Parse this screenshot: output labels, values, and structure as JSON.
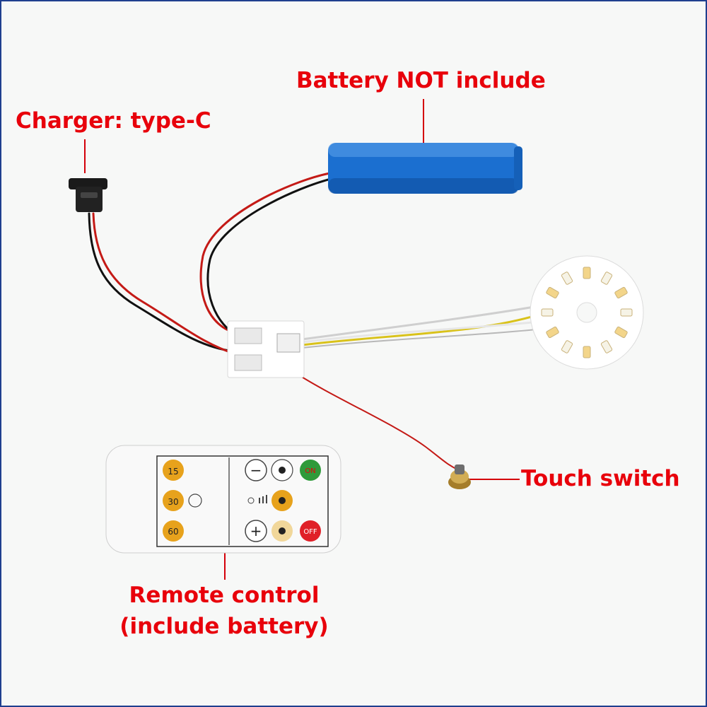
{
  "labels": {
    "battery": "Battery NOT include",
    "charger": "Charger: type-C",
    "touch_switch": "Touch switch",
    "remote_line1": "Remote control",
    "remote_line2": "(include battery)"
  },
  "remote": {
    "timer_keys": [
      "15",
      "30",
      "60"
    ],
    "on_key": "ON",
    "off_key": "OFF",
    "minus_key": "−",
    "plus_key": "+"
  },
  "colors": {
    "label_red": "#e8000b",
    "battery_blue": "#1b6fd0",
    "frame_border": "#1f3f8f",
    "on_green": "#2f9a3a",
    "off_red": "#e02028",
    "timer_orange": "#e7a21c"
  }
}
